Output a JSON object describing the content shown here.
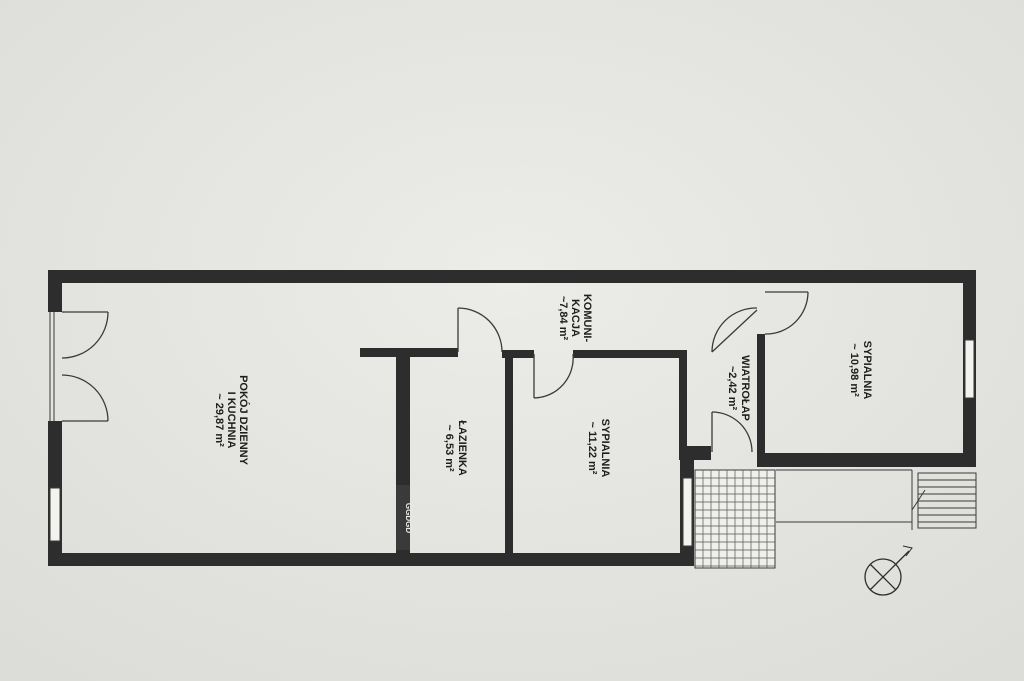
{
  "rooms": {
    "living": {
      "name_line1": "POKÓJ DZIENNY",
      "name_line2": "I KUCHNIA",
      "area": "~ 29,87 m²"
    },
    "bathroom": {
      "name": "ŁAZIENKA",
      "area": "~ 6,53 m²"
    },
    "corridor": {
      "name_line1": "KOMUNI-",
      "name_line2": "KACJA",
      "area": "~7,84 m²"
    },
    "bedroom1": {
      "name": "SYPIALNIA",
      "area": "~ 11,22 m²"
    },
    "windbreak": {
      "name": "WIATROŁAP",
      "area": "~2,42 m²"
    },
    "bedroom2": {
      "name": "SYPIALNIA",
      "area": "~ 10,98 m²"
    }
  },
  "appliance": {
    "label": "GGDGD"
  },
  "colors": {
    "paper": "#e6e6e3",
    "wall": "#2d2d2d",
    "line": "#3a3a3a"
  },
  "icons": {
    "compass": "north-arrow-icon"
  }
}
